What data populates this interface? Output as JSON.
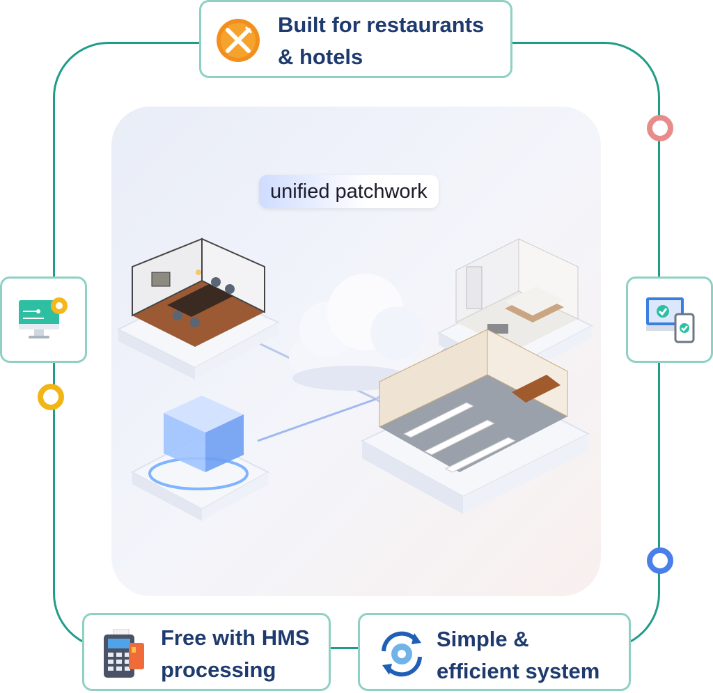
{
  "cards": {
    "top": {
      "label_line1": "Built for restaurants",
      "label_line2": "& hotels",
      "icon": "fork-knife-icon"
    },
    "left": {
      "icon": "monitor-gear-icon"
    },
    "right": {
      "icon": "devices-check-icon"
    },
    "bottom_left": {
      "label_line1": "Free with HMS",
      "label_line2": "processing",
      "icon": "card-terminal-icon"
    },
    "bottom_right": {
      "label_line1": "Simple &",
      "label_line2": "efficient system",
      "icon": "gear-sync-icon"
    }
  },
  "scene": {
    "badge": "unified patchwork"
  },
  "colors": {
    "frame": "#1f9c88",
    "card_border": "#8fd0c4",
    "text": "#1e3a6e",
    "dot_red": "#e78c8a",
    "dot_yellow": "#f2b516",
    "dot_blue": "#4a7ee8"
  }
}
